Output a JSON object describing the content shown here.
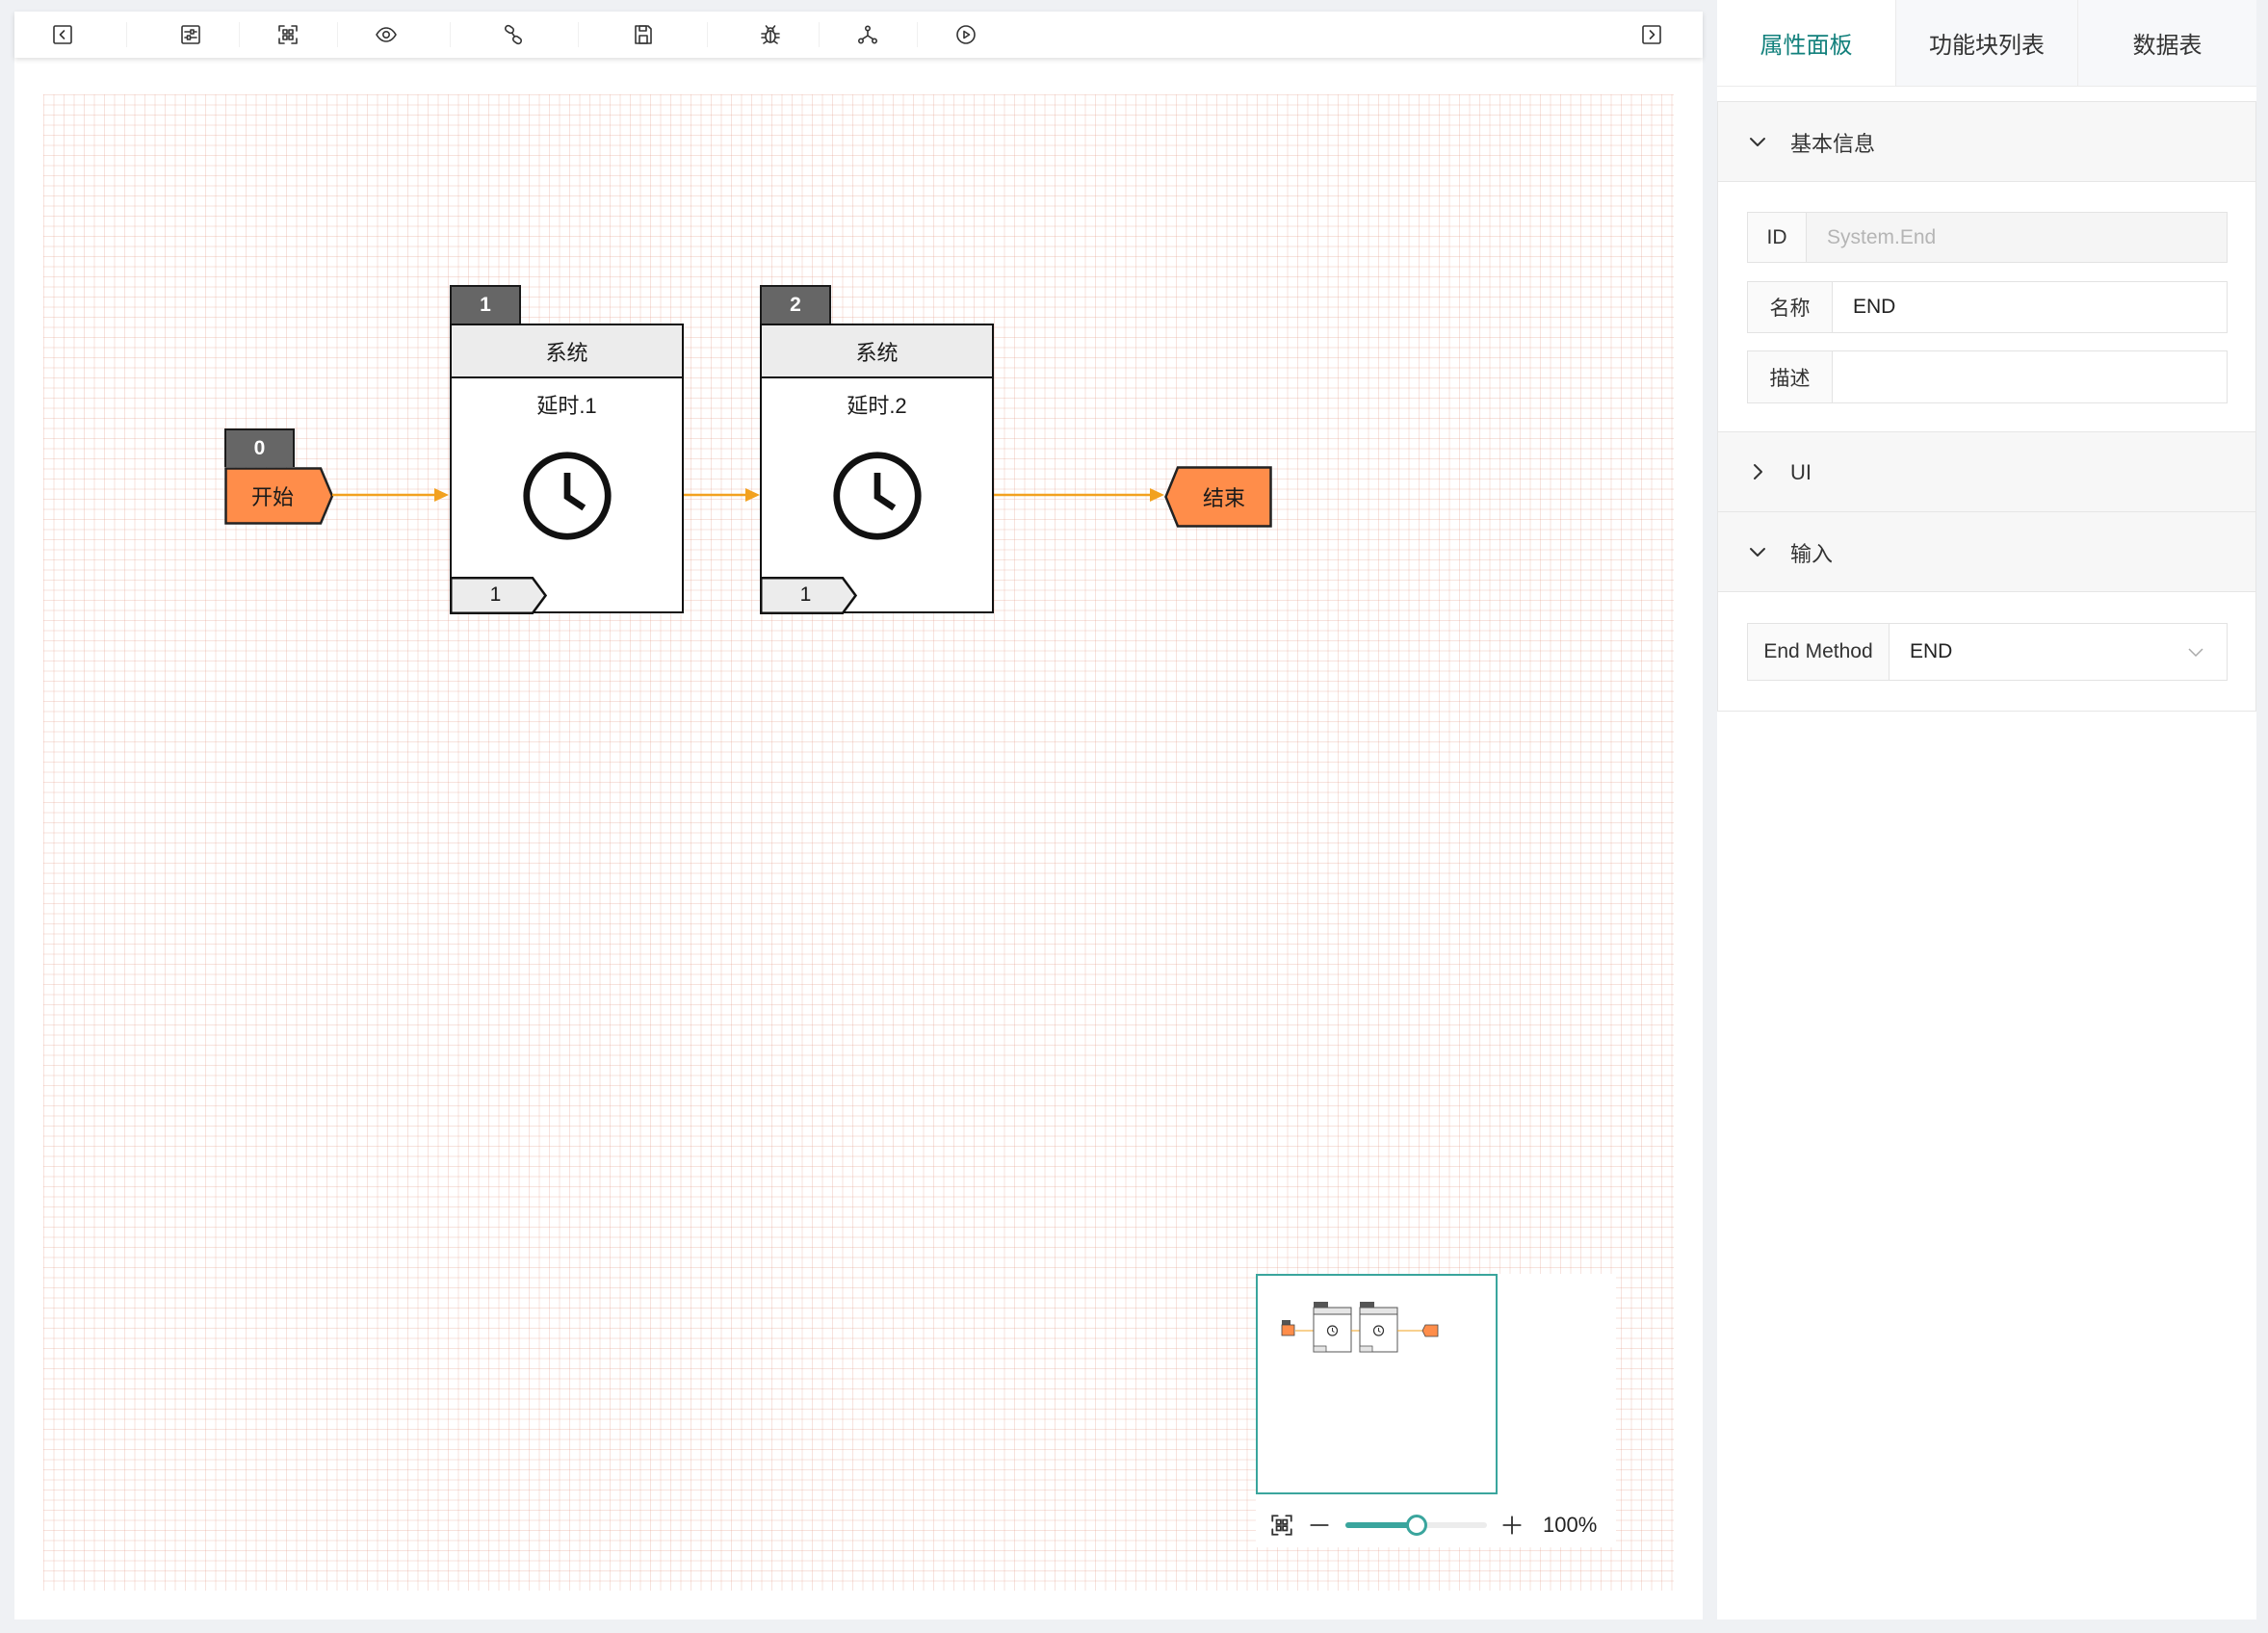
{
  "colors": {
    "accent": "#12807c",
    "minimap": "#3aa59d",
    "node_orange": "#ff8d4a",
    "connector": "#f2a11f",
    "index_tab": "#666666"
  },
  "toolbar": {
    "buttons": [
      {
        "icon": "collapse-left-icon"
      },
      {
        "icon": "sliders-icon"
      },
      {
        "icon": "fit-view-icon"
      },
      {
        "icon": "eye-icon"
      },
      {
        "icon": "link-icon"
      },
      {
        "icon": "save-icon"
      },
      {
        "icon": "bug-icon"
      },
      {
        "icon": "network-icon"
      },
      {
        "icon": "play-circle-icon"
      },
      {
        "icon": "expand-right-icon"
      }
    ]
  },
  "canvas": {
    "start_node": {
      "index": "0",
      "label": "开始"
    },
    "blocks": [
      {
        "index": "1",
        "category": "系统",
        "title": "延时.1",
        "icon": "clock-icon",
        "output_port": "1"
      },
      {
        "index": "2",
        "category": "系统",
        "title": "延时.2",
        "icon": "clock-icon",
        "output_port": "1"
      }
    ],
    "end_node": {
      "label": "结束"
    }
  },
  "minimap": {
    "zoom_label": "100%",
    "zoom_slider_fraction": 0.5
  },
  "side_panel": {
    "tabs": [
      {
        "label": "属性面板",
        "active": true
      },
      {
        "label": "功能块列表",
        "active": false
      },
      {
        "label": "数据表",
        "active": false
      }
    ],
    "sections": {
      "basic_info": {
        "title": "基本信息",
        "expanded": true,
        "fields": {
          "id": {
            "label": "ID",
            "value": "System.End",
            "disabled": true
          },
          "name": {
            "label": "名称",
            "value": "END"
          },
          "description": {
            "label": "描述",
            "value": ""
          }
        }
      },
      "ui": {
        "title": "UI",
        "expanded": false
      },
      "inputs": {
        "title": "输入",
        "expanded": true,
        "fields": {
          "end_method": {
            "label": "End Method",
            "value": "END"
          }
        }
      }
    }
  }
}
